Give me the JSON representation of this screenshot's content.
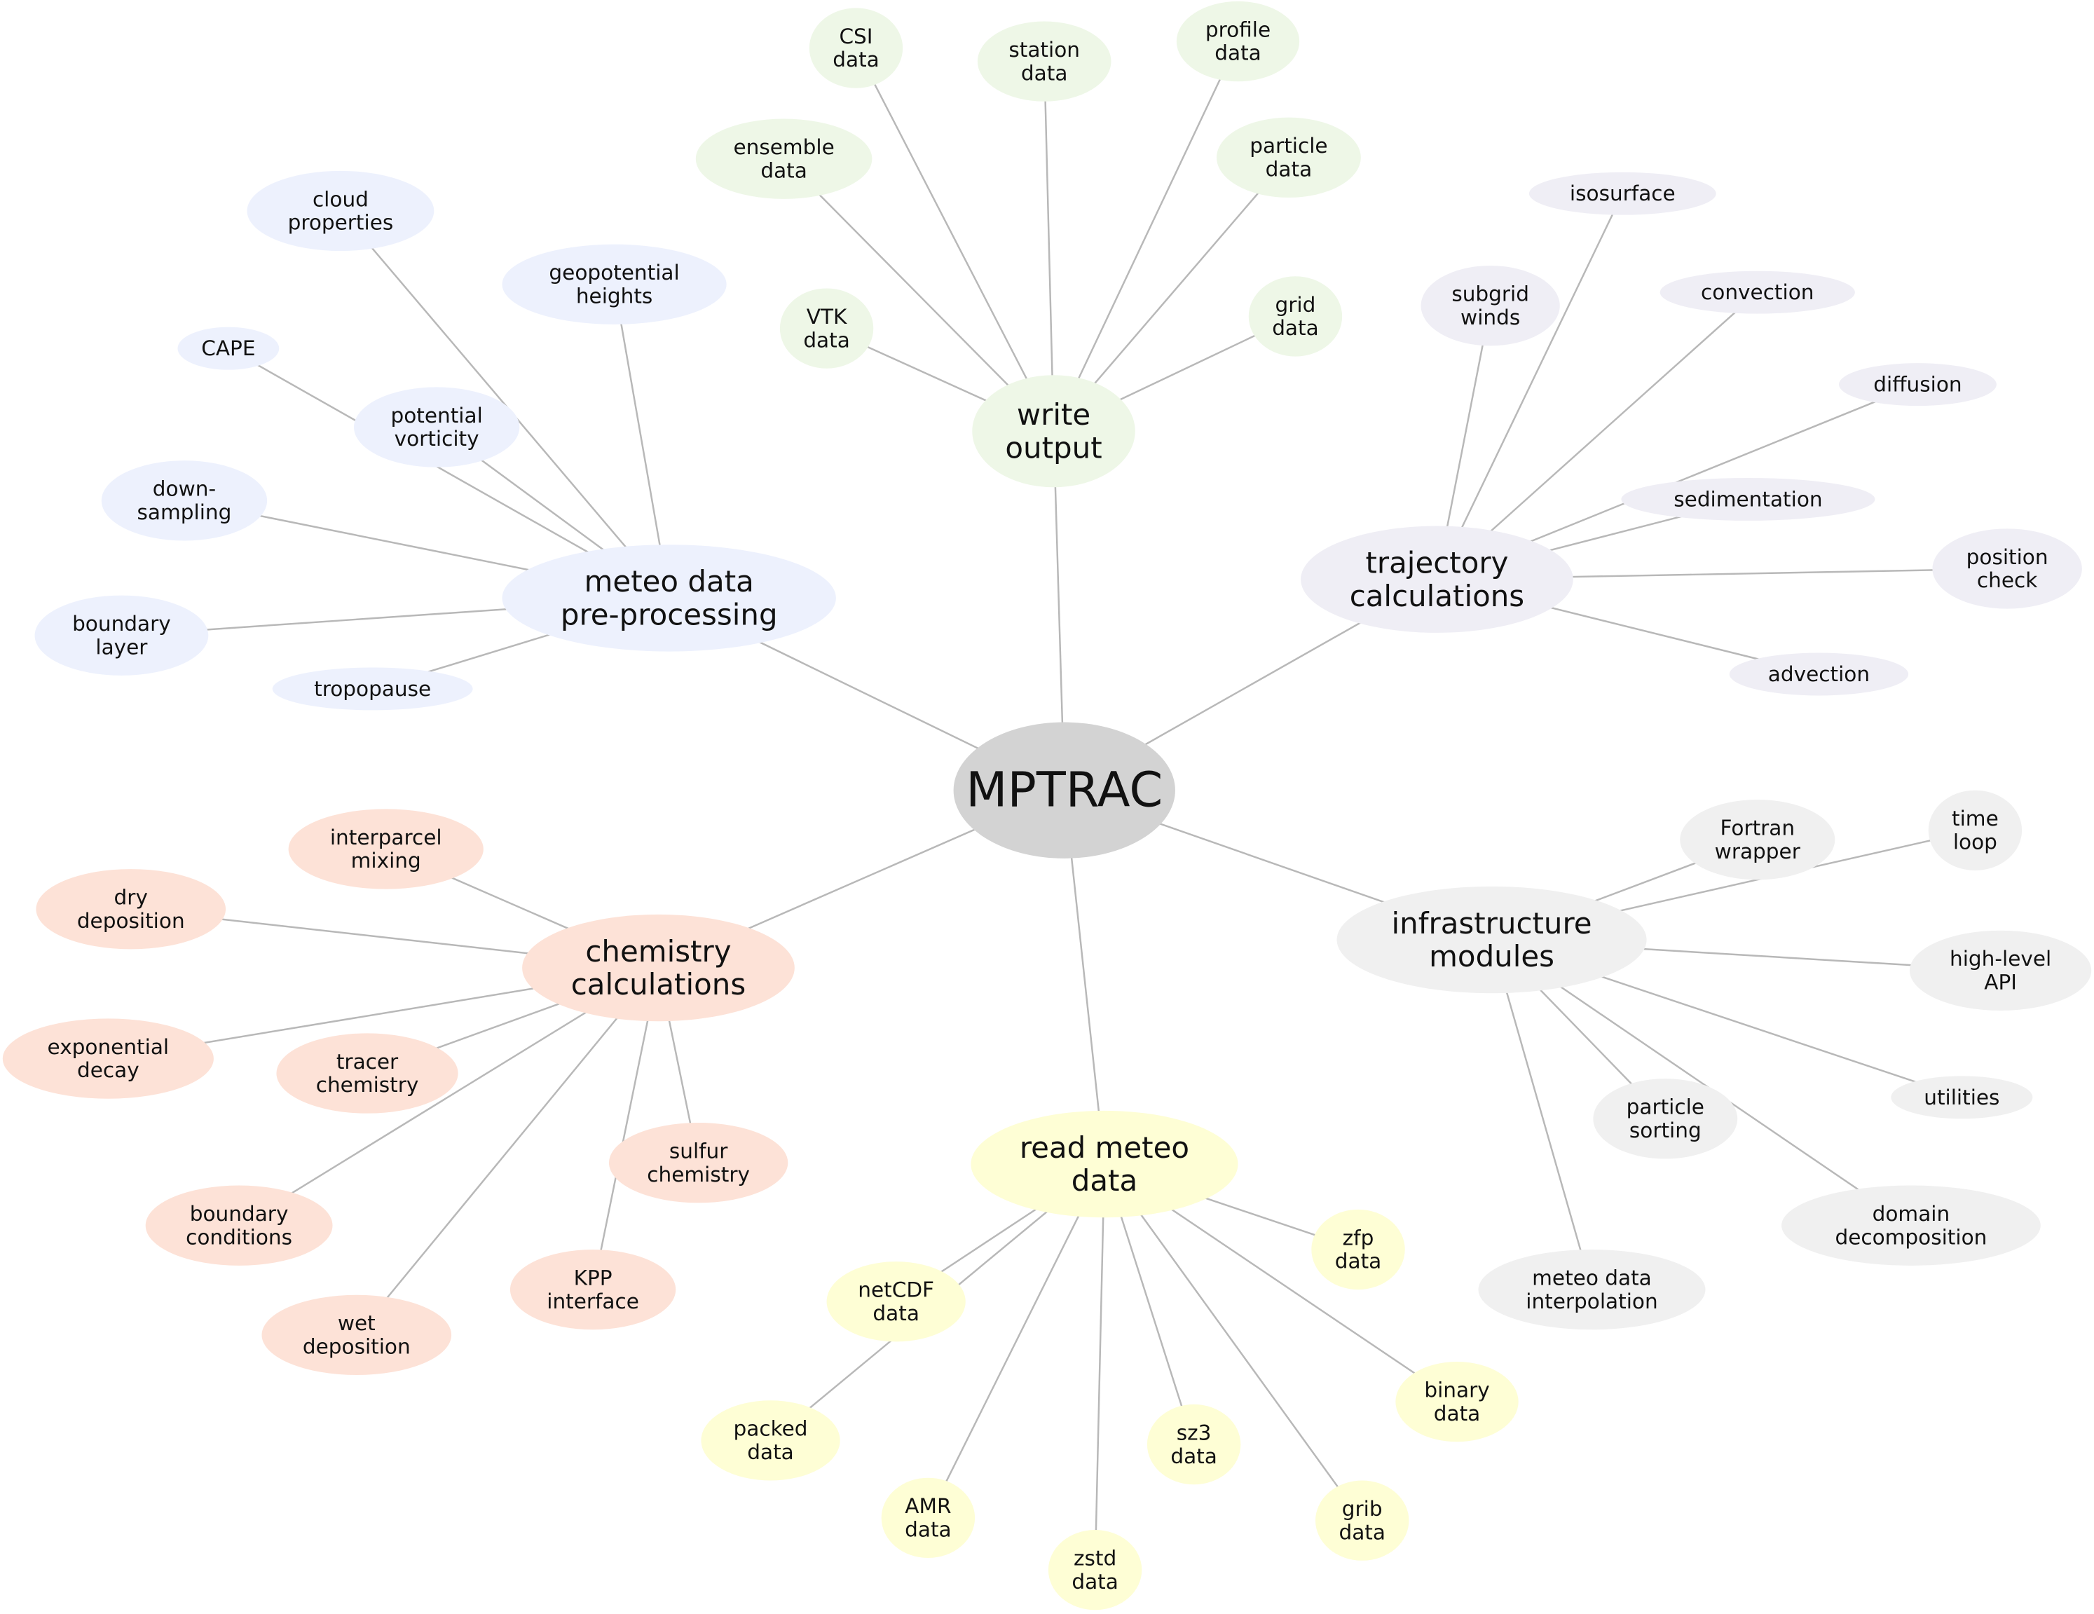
{
  "center": {
    "label": "MPTRAC",
    "color": "#d3d3d3"
  },
  "groups": [
    {
      "key": "write-output",
      "color": "#eef7e7",
      "label": [
        "write",
        "output"
      ],
      "children": [
        [
          "CSI",
          "data"
        ],
        [
          "station",
          "data"
        ],
        [
          "profile",
          "data"
        ],
        [
          "ensemble",
          "data"
        ],
        [
          "particle",
          "data"
        ],
        [
          "VTK",
          "data"
        ],
        [
          "grid",
          "data"
        ]
      ]
    },
    {
      "key": "meteo-data-pre-processing",
      "color": "#edf1fd",
      "label": [
        "meteo data",
        "pre-processing"
      ],
      "children": [
        [
          "cloud",
          "properties"
        ],
        [
          "geopotential",
          "heights"
        ],
        [
          "CAPE"
        ],
        [
          "potential",
          "vorticity"
        ],
        [
          "down-",
          "sampling"
        ],
        [
          "boundary",
          "layer"
        ],
        [
          "tropopause"
        ]
      ]
    },
    {
      "key": "trajectory-calculations",
      "color": "#efeef5",
      "label": [
        "trajectory",
        "calculations"
      ],
      "children": [
        [
          "isosurface"
        ],
        [
          "subgrid",
          "winds"
        ],
        [
          "convection"
        ],
        [
          "diffusion"
        ],
        [
          "sedimentation"
        ],
        [
          "position",
          "check"
        ],
        [
          "advection"
        ]
      ]
    },
    {
      "key": "chemistry-calculations",
      "color": "#fde2d7",
      "label": [
        "chemistry",
        "calculations"
      ],
      "children": [
        [
          "interparcel",
          "mixing"
        ],
        [
          "dry",
          "deposition"
        ],
        [
          "exponential",
          "decay"
        ],
        [
          "tracer",
          "chemistry"
        ],
        [
          "sulfur",
          "chemistry"
        ],
        [
          "boundary",
          "conditions"
        ],
        [
          "KPP",
          "interface"
        ],
        [
          "wet",
          "deposition"
        ]
      ]
    },
    {
      "key": "infrastructure-modules",
      "color": "#f0f0f0",
      "label": [
        "infrastructure",
        "modules"
      ],
      "children": [
        [
          "Fortran",
          "wrapper"
        ],
        [
          "time",
          "loop"
        ],
        [
          "high-level",
          "API"
        ],
        [
          "utilities"
        ],
        [
          "particle",
          "sorting"
        ],
        [
          "domain",
          "decomposition"
        ],
        [
          "meteo data",
          "interpolation"
        ]
      ]
    },
    {
      "key": "read-meteo-data",
      "color": "#fefed5",
      "label": [
        "read meteo",
        "data"
      ],
      "children": [
        [
          "zfp",
          "data"
        ],
        [
          "netCDF",
          "data"
        ],
        [
          "binary",
          "data"
        ],
        [
          "packed",
          "data"
        ],
        [
          "sz3",
          "data"
        ],
        [
          "AMR",
          "data"
        ],
        [
          "grib",
          "data"
        ],
        [
          "zstd",
          "data"
        ]
      ]
    }
  ]
}
